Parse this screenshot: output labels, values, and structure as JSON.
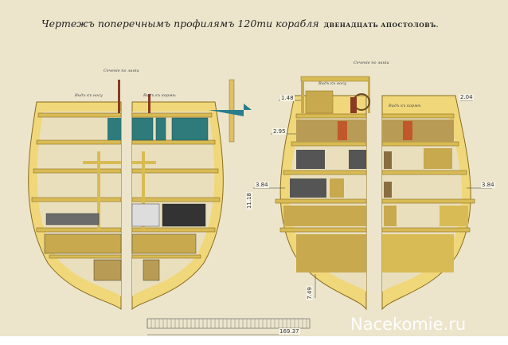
{
  "title": {
    "script": "Чертежъ поперечнымъ профилямъ 120ти корабля",
    "name": "ДВЕНАДЦАТЬ АПОСТОЛОВЪ."
  },
  "left_section": {
    "caption_top": "Сеченiе по линiи",
    "view_left": "Видъ къ носу",
    "view_right": "Видъ къ кормѣ"
  },
  "right_section": {
    "caption_top": "Сеченiе по линiи",
    "view_left": "Видъ къ носу",
    "view_right": "Видъ къ кормѣ"
  },
  "dimensions": {
    "d1": "1.48",
    "d2": "2.95",
    "d3": "3.84",
    "d4": "11.18",
    "d5": "2.04",
    "d6": "3.84",
    "d7": "7.49",
    "scale": "169.37"
  },
  "colors": {
    "paper": "#ece5cc",
    "hull": "#f0d77a",
    "wood": "#c9a94e",
    "panel": "#b89b55",
    "door_red": "#c0582c",
    "teal": "#2f7a7a"
  },
  "watermark": "Nacekomie.ru"
}
